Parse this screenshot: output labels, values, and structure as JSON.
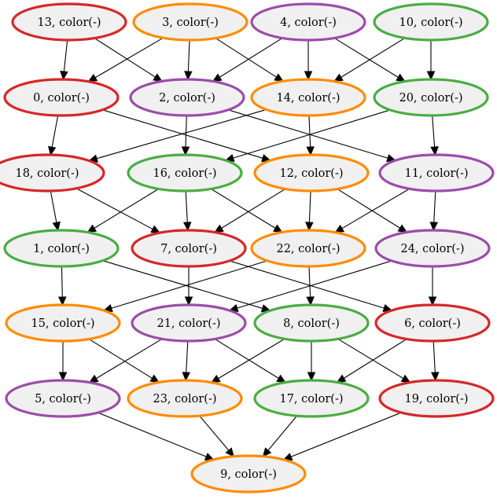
{
  "colors": {
    "red": "#d62728",
    "orange": "#ff8c00",
    "purple": "#9b4da8",
    "green": "#4aad43"
  },
  "nodes": [
    {
      "id": "13",
      "label": "13, color(-)",
      "color": "red"
    },
    {
      "id": "3",
      "label": "3, color(-)",
      "color": "orange"
    },
    {
      "id": "4",
      "label": "4, color(-)",
      "color": "purple"
    },
    {
      "id": "10",
      "label": "10, color(-)",
      "color": "green"
    },
    {
      "id": "0",
      "label": "0, color(-)",
      "color": "red"
    },
    {
      "id": "2",
      "label": "2, color(-)",
      "color": "purple"
    },
    {
      "id": "14",
      "label": "14, color(-)",
      "color": "orange"
    },
    {
      "id": "20",
      "label": "20, color(-)",
      "color": "green"
    },
    {
      "id": "18",
      "label": "18, color(-)",
      "color": "red"
    },
    {
      "id": "16",
      "label": "16, color(-)",
      "color": "green"
    },
    {
      "id": "12",
      "label": "12, color(-)",
      "color": "orange"
    },
    {
      "id": "11",
      "label": "11, color(-)",
      "color": "purple"
    },
    {
      "id": "1",
      "label": "1, color(-)",
      "color": "green"
    },
    {
      "id": "7",
      "label": "7, color(-)",
      "color": "red"
    },
    {
      "id": "22",
      "label": "22, color(-)",
      "color": "orange"
    },
    {
      "id": "24",
      "label": "24, color(-)",
      "color": "purple"
    },
    {
      "id": "15",
      "label": "15, color(-)",
      "color": "orange"
    },
    {
      "id": "21",
      "label": "21, color(-)",
      "color": "purple"
    },
    {
      "id": "8",
      "label": "8, color(-)",
      "color": "green"
    },
    {
      "id": "6",
      "label": "6, color(-)",
      "color": "red"
    },
    {
      "id": "5",
      "label": "5, color(-)",
      "color": "purple"
    },
    {
      "id": "23",
      "label": "23, color(-)",
      "color": "orange"
    },
    {
      "id": "17",
      "label": "17, color(-)",
      "color": "green"
    },
    {
      "id": "19",
      "label": "19, color(-)",
      "color": "red"
    },
    {
      "id": "9",
      "label": "9, color(-)",
      "color": "orange"
    }
  ],
  "edges": [
    [
      "13",
      "0"
    ],
    [
      "13",
      "2"
    ],
    [
      "3",
      "0"
    ],
    [
      "3",
      "2"
    ],
    [
      "3",
      "14"
    ],
    [
      "4",
      "2"
    ],
    [
      "4",
      "14"
    ],
    [
      "4",
      "20"
    ],
    [
      "10",
      "14"
    ],
    [
      "10",
      "20"
    ],
    [
      "0",
      "18"
    ],
    [
      "0",
      "12"
    ],
    [
      "2",
      "16"
    ],
    [
      "2",
      "11"
    ],
    [
      "14",
      "18"
    ],
    [
      "14",
      "12"
    ],
    [
      "20",
      "16"
    ],
    [
      "20",
      "11"
    ],
    [
      "18",
      "1"
    ],
    [
      "18",
      "7"
    ],
    [
      "16",
      "1"
    ],
    [
      "16",
      "7"
    ],
    [
      "16",
      "22"
    ],
    [
      "12",
      "7"
    ],
    [
      "12",
      "22"
    ],
    [
      "12",
      "24"
    ],
    [
      "11",
      "22"
    ],
    [
      "11",
      "24"
    ],
    [
      "1",
      "15"
    ],
    [
      "1",
      "8"
    ],
    [
      "7",
      "21"
    ],
    [
      "7",
      "6"
    ],
    [
      "22",
      "15"
    ],
    [
      "22",
      "8"
    ],
    [
      "24",
      "21"
    ],
    [
      "24",
      "6"
    ],
    [
      "15",
      "5"
    ],
    [
      "15",
      "23"
    ],
    [
      "21",
      "5"
    ],
    [
      "21",
      "23"
    ],
    [
      "21",
      "17"
    ],
    [
      "8",
      "23"
    ],
    [
      "8",
      "17"
    ],
    [
      "8",
      "19"
    ],
    [
      "6",
      "17"
    ],
    [
      "6",
      "19"
    ],
    [
      "5",
      "9"
    ],
    [
      "23",
      "9"
    ],
    [
      "17",
      "9"
    ],
    [
      "19",
      "9"
    ]
  ]
}
